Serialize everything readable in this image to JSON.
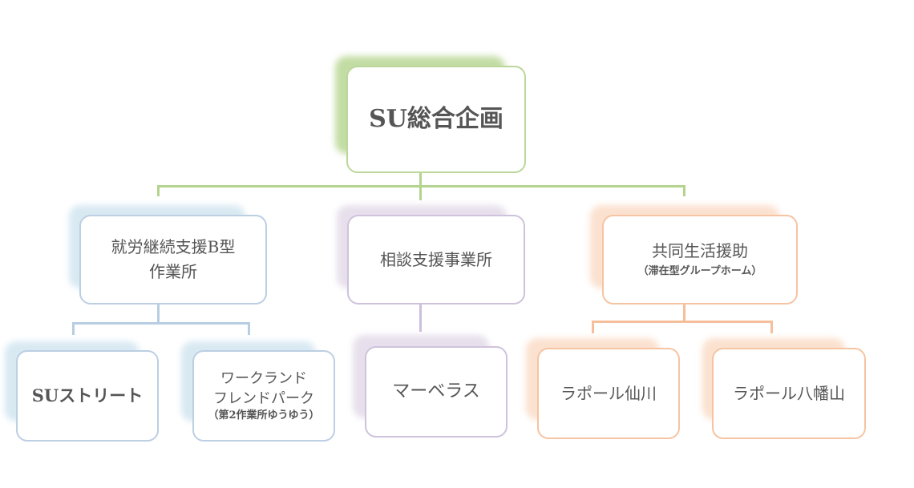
{
  "colors": {
    "green": "#b4d48e",
    "blue": "#b7cde2",
    "purple": "#cdbfdb",
    "orange": "#f6bf9c"
  },
  "root": {
    "label": "SU総合企画"
  },
  "branches": {
    "work": {
      "line1": "就労継続支援B型",
      "line2": "作業所",
      "children": {
        "su_street": "SUストリート",
        "workland": {
          "line1": "ワークランド",
          "line2": "フレンドパーク",
          "sub": "（第2作業所ゆうゆう）"
        }
      }
    },
    "consult": {
      "label": "相談支援事業所",
      "children": {
        "marvelous": "マーベラス"
      }
    },
    "group_home": {
      "line1": "共同生活援助",
      "sub": "（滞在型グループホーム）",
      "children": {
        "sendai": "ラポール仙川",
        "yawata": "ラポール八幡山"
      }
    }
  }
}
